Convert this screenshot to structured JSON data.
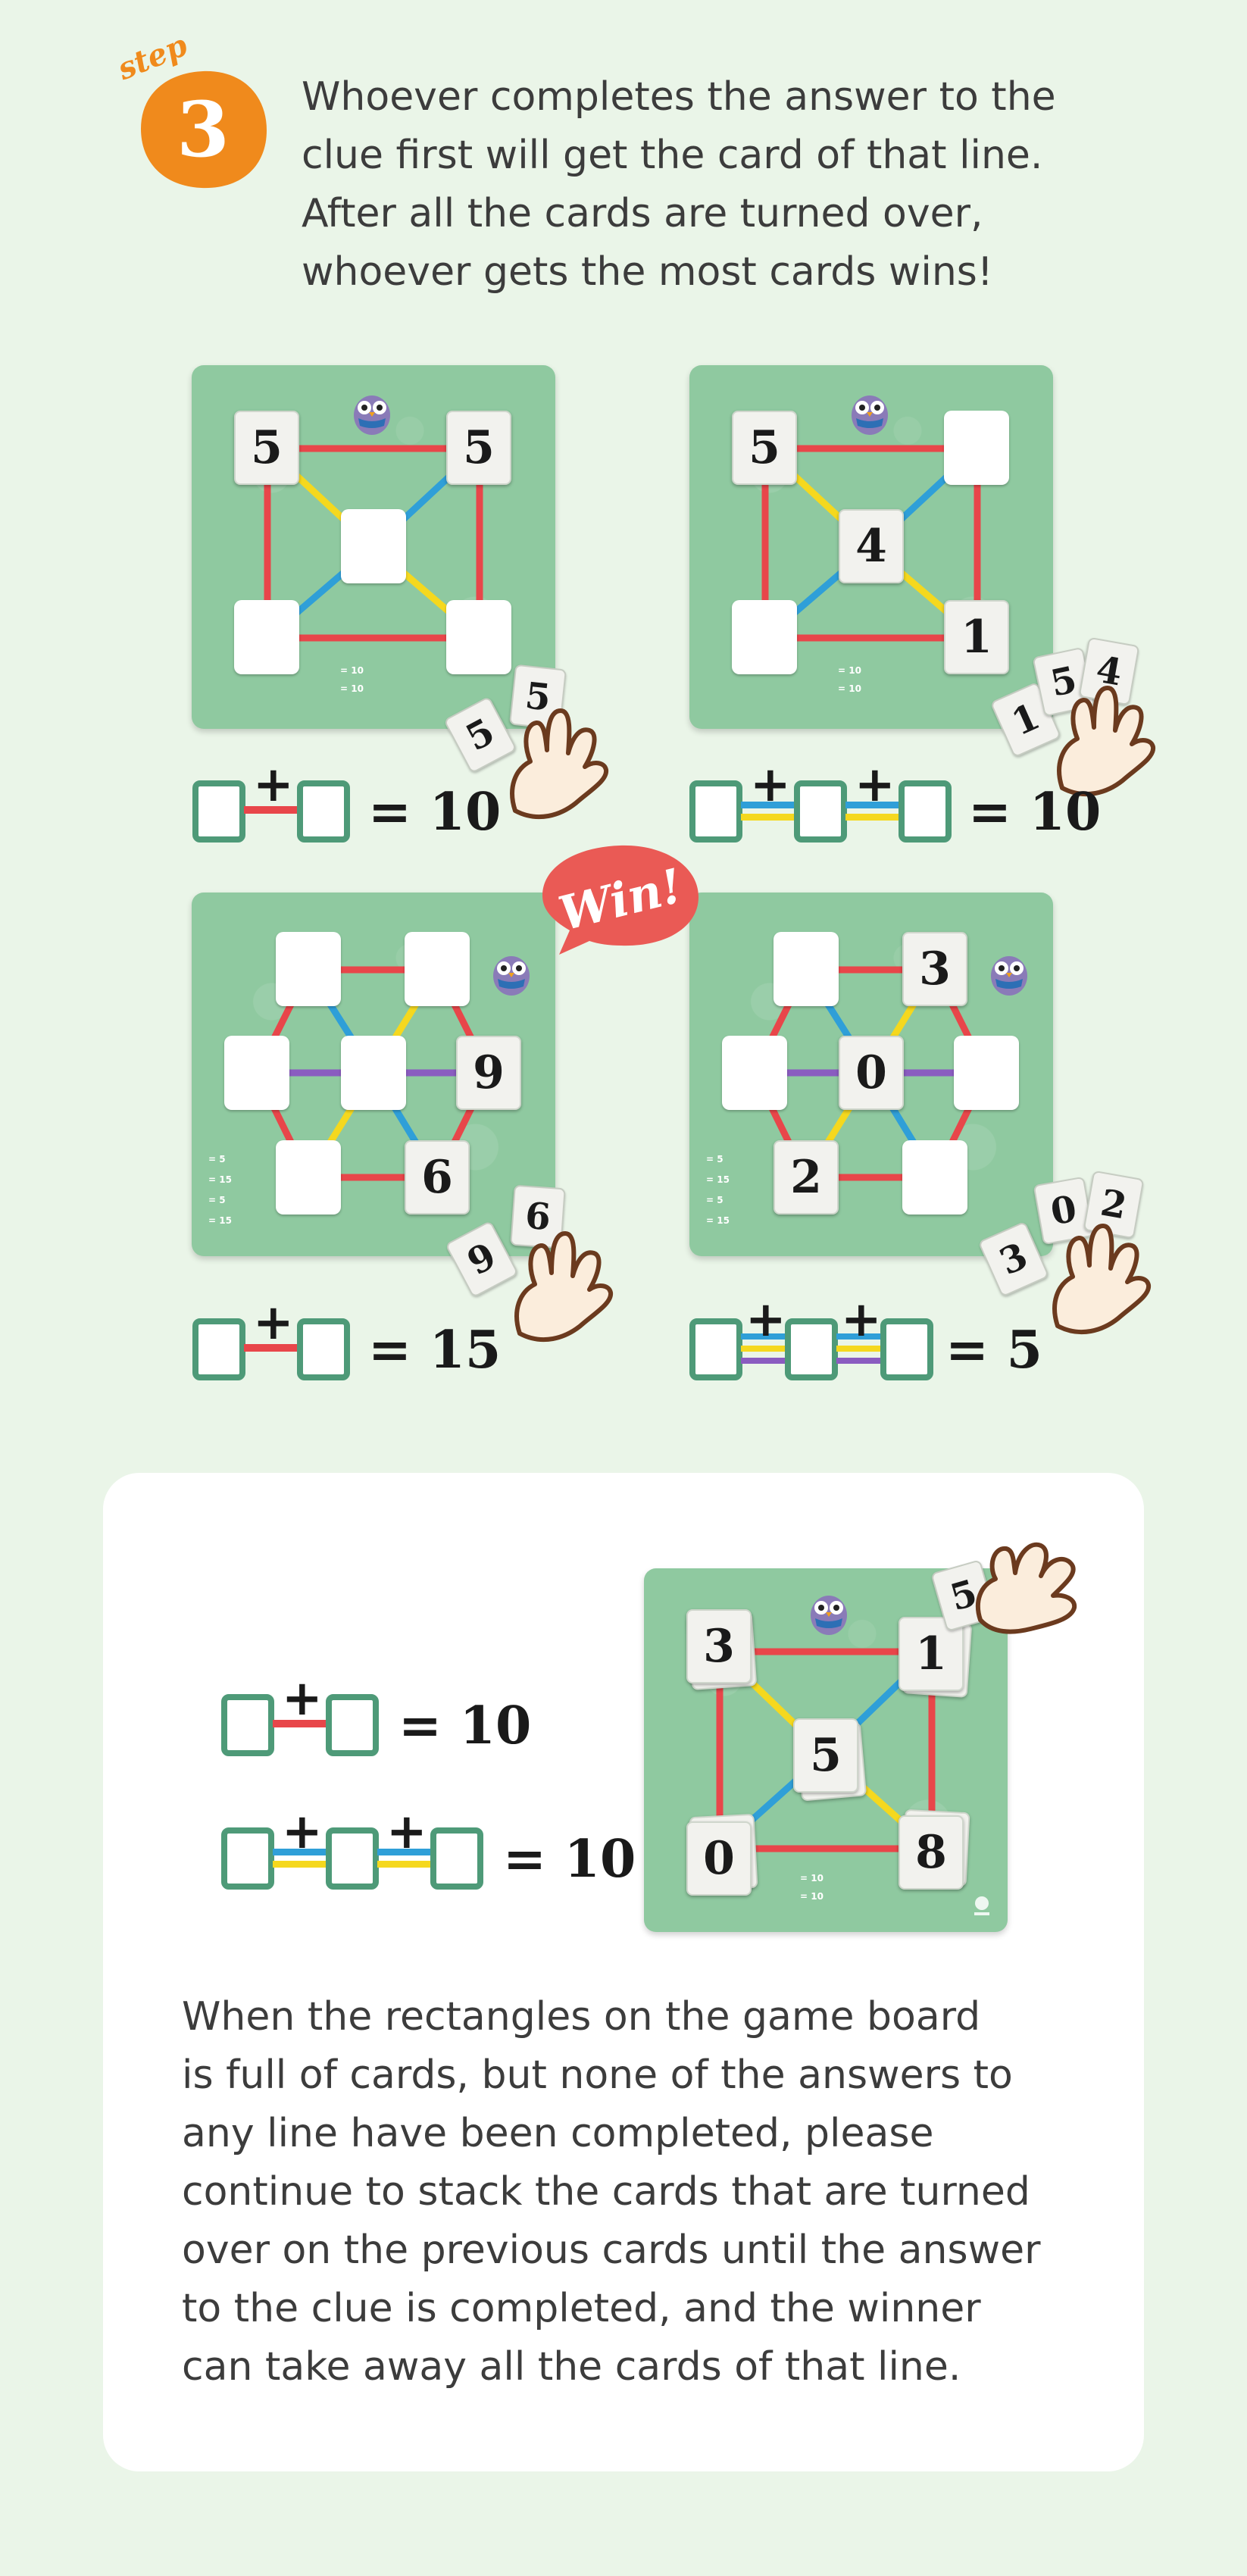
{
  "step": {
    "word": "step",
    "number": "3"
  },
  "intro_lines": [
    "Whoever completes the answer to the",
    "clue first will get the card of that line.",
    "After all the cards are turned over,",
    "whoever gets the most cards wins!"
  ],
  "win_label": "Win!",
  "boards": [
    {
      "cards": [
        "5",
        "5"
      ],
      "hand_cards": [
        "5",
        "5"
      ]
    },
    {
      "cards": [
        "5",
        "4",
        "1"
      ],
      "hand_cards": [
        "1",
        "5",
        "4"
      ]
    },
    {
      "cards": [
        "9",
        "6"
      ],
      "hand_cards": [
        "9",
        "6"
      ]
    },
    {
      "cards": [
        "3",
        "0",
        "2"
      ],
      "hand_cards": [
        "3",
        "0",
        "2"
      ]
    },
    {
      "cards": [
        "3",
        "1",
        "5",
        "0",
        "8"
      ],
      "hand_cards": [
        "5"
      ]
    }
  ],
  "equations": {
    "a": {
      "plus": "+",
      "result": "= 10"
    },
    "b": {
      "plus": "+",
      "result": "= 10"
    },
    "c": {
      "plus": "+",
      "result": "= 15"
    },
    "d": {
      "plus": "+",
      "result": "= 5"
    },
    "e": {
      "plus": "+",
      "result": "= 10"
    },
    "f": {
      "plus": "+",
      "result": "= 10"
    }
  },
  "mini_clues": {
    "b1": [
      "= 10",
      "= 10"
    ],
    "b2": [
      "= 10",
      "= 10"
    ],
    "b3": [
      "= 5",
      "= 15",
      "= 5",
      "= 15"
    ],
    "b4": [
      "= 5",
      "= 15",
      "= 5",
      "= 15"
    ],
    "b5": [
      "= 10",
      "= 10"
    ]
  },
  "outro_lines": [
    "When the rectangles on the game board",
    "is full of cards, but none of the answers to",
    "any line have been completed, please",
    "continue to stack the cards that are turned",
    "over on the previous cards until the answer",
    "to the clue is completed, and the winner",
    "can take away all the cards of that line."
  ],
  "colors": {
    "background": "#eaf5e8",
    "orange": "#f08a1c",
    "board_green": "#8fc9a0",
    "red_line": "#e8464a",
    "blue_line": "#2f9fd8",
    "yellow_line": "#f5d81e",
    "purple_line": "#8a5cc0",
    "box_border": "#4e9a78",
    "win_red": "#ea5a55"
  },
  "icons": [
    "owl-mascot-icon",
    "hand-icon",
    "plus-icon"
  ]
}
